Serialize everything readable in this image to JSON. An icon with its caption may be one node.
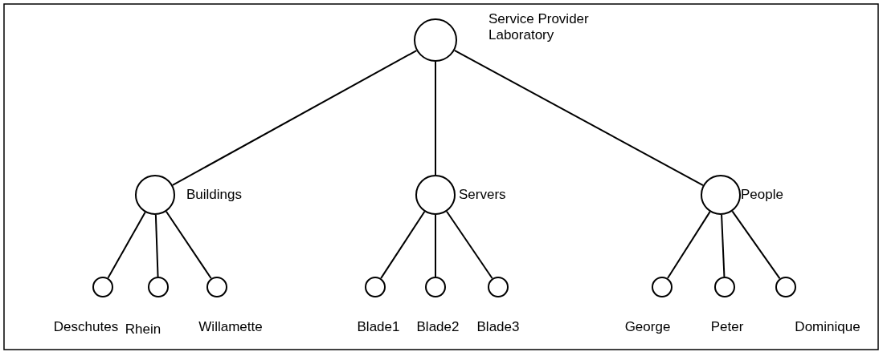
{
  "diagram": {
    "nodes": [
      {
        "text": [],
        "shape": "circle",
        "beside": [
          "Service Provider Laboratory"
        ]
      },
      {
        "text": [],
        "shape": "circle",
        "beside": [
          "Buildings"
        ]
      },
      {
        "text": [],
        "shape": "circle",
        "beside": [
          "Servers"
        ]
      },
      {
        "text": [],
        "shape": "circle",
        "beside": [
          "People"
        ]
      },
      {
        "text": [],
        "shape": "circle",
        "beside": [
          "Deschutes"
        ]
      },
      {
        "text": [],
        "shape": "circle",
        "beside": [
          "Rhein"
        ]
      },
      {
        "text": [],
        "shape": "circle",
        "beside": [
          "Willamette"
        ]
      },
      {
        "text": [],
        "shape": "circle",
        "beside": [
          "Blade1"
        ]
      },
      {
        "text": [],
        "shape": "circle",
        "beside": [
          "Blade2"
        ]
      },
      {
        "text": [],
        "shape": "circle",
        "beside": [
          "Blade3"
        ]
      },
      {
        "text": [],
        "shape": "circle",
        "beside": [
          "George"
        ]
      },
      {
        "text": [],
        "shape": "circle",
        "beside": [
          "Peter"
        ]
      },
      {
        "text": [],
        "shape": "circle",
        "beside": [
          "Dominique"
        ]
      }
    ],
    "edges": [
      {
        "from": 0,
        "to": 1,
        "arrow": "none"
      },
      {
        "from": 0,
        "to": 2,
        "arrow": "none"
      },
      {
        "from": 0,
        "to": 3,
        "arrow": "none"
      },
      {
        "from": 1,
        "to": 4,
        "arrow": "none"
      },
      {
        "from": 1,
        "to": 5,
        "arrow": "none"
      },
      {
        "from": 1,
        "to": 6,
        "arrow": "none"
      },
      {
        "from": 2,
        "to": 7,
        "arrow": "none"
      },
      {
        "from": 2,
        "to": 8,
        "arrow": "none"
      },
      {
        "from": 2,
        "to": 9,
        "arrow": "none"
      },
      {
        "from": 3,
        "to": 10,
        "arrow": "none"
      },
      {
        "from": 3,
        "to": 11,
        "arrow": "none"
      },
      {
        "from": 3,
        "to": 12,
        "arrow": "none"
      }
    ]
  }
}
